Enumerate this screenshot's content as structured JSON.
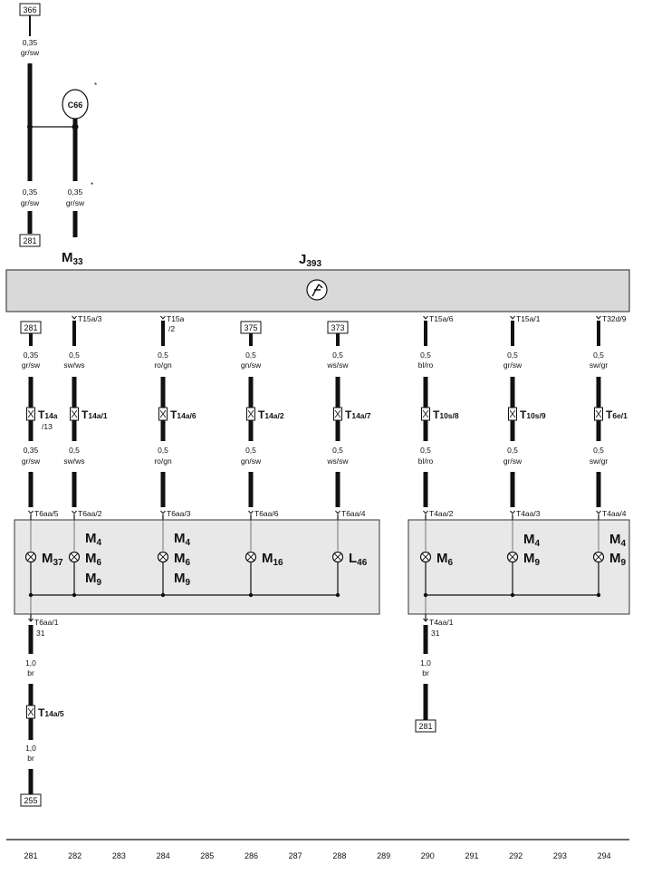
{
  "diagram": {
    "top_branch": {
      "ref_top": "366",
      "wire_top": {
        "size": "0,35",
        "color": "gr/sw"
      },
      "component": "C66",
      "wire_left": {
        "size": "0,35",
        "color": "gr/sw"
      },
      "wire_right": {
        "size": "0,35",
        "color": "gr/sw"
      },
      "ref_bottom": "281",
      "component_below": "M",
      "component_below_sub": "33"
    },
    "control_unit": {
      "label": "J",
      "sub": "393",
      "icon": "lock-symbol-icon"
    },
    "columns": [
      {
        "id": "c1",
        "top_ref": "281",
        "wire1": {
          "size": "0,35",
          "color": "gr/sw"
        },
        "connector": "T14a",
        "connector_sub": "/13",
        "wire2": {
          "size": "0,35",
          "color": "gr/sw"
        },
        "pin": "T6aa/5",
        "lamps": [
          {
            "name": "M",
            "sub": "37"
          }
        ]
      },
      {
        "id": "c2",
        "top_pin": "T15a/3",
        "wire1": {
          "size": "0,5",
          "color": "sw/ws"
        },
        "connector": "T14a/1",
        "wire2": {
          "size": "0,5",
          "color": "sw/ws"
        },
        "pin": "T6aa/2",
        "lamps": [
          {
            "name": "M",
            "sub": "4"
          },
          {
            "name": "M",
            "sub": "6"
          },
          {
            "name": "M",
            "sub": "9"
          }
        ]
      },
      {
        "id": "c3",
        "top_pin": "T15a",
        "top_pin_sub": "/2",
        "wire1": {
          "size": "0,5",
          "color": "ro/gn"
        },
        "connector": "T14a/6",
        "wire2": {
          "size": "0,5",
          "color": "ro/gn"
        },
        "pin": "T6aa/3",
        "lamps": [
          {
            "name": "M",
            "sub": "4"
          },
          {
            "name": "M",
            "sub": "6"
          },
          {
            "name": "M",
            "sub": "9"
          }
        ]
      },
      {
        "id": "c4",
        "top_ref": "375",
        "wire1": {
          "size": "0,5",
          "color": "gn/sw"
        },
        "connector": "T14a/2",
        "wire2": {
          "size": "0,5",
          "color": "gn/sw"
        },
        "pin": "T6aa/6",
        "lamps": [
          {
            "name": "M",
            "sub": "16"
          }
        ]
      },
      {
        "id": "c5",
        "top_ref": "373",
        "wire1": {
          "size": "0,5",
          "color": "ws/sw"
        },
        "connector": "T14a/7",
        "wire2": {
          "size": "0,5",
          "color": "ws/sw"
        },
        "pin": "T6aa/4",
        "lamps": [
          {
            "name": "L",
            "sub": "46"
          }
        ]
      },
      {
        "id": "c6",
        "top_pin": "T15a/6",
        "wire1": {
          "size": "0,5",
          "color": "bl/ro"
        },
        "connector": "T10s/8",
        "wire2": {
          "size": "0,5",
          "color": "bl/ro"
        },
        "pin": "T4aa/2",
        "lamps": [
          {
            "name": "M",
            "sub": "6"
          }
        ]
      },
      {
        "id": "c7",
        "top_pin": "T15a/1",
        "wire1": {
          "size": "0,5",
          "color": "gr/sw"
        },
        "connector": "T10s/9",
        "wire2": {
          "size": "0,5",
          "color": "gr/sw"
        },
        "pin": "T4aa/3",
        "lamps": [
          {
            "name": "M",
            "sub": "4"
          },
          {
            "name": "M",
            "sub": "9"
          }
        ]
      },
      {
        "id": "c8",
        "top_pin": "T32d/9",
        "wire1": {
          "size": "0,5",
          "color": "sw/gr"
        },
        "connector": "T6e/1",
        "wire2": {
          "size": "0,5",
          "color": "sw/gr"
        },
        "pin": "T4aa/4",
        "lamps": [
          {
            "name": "M",
            "sub": "4"
          },
          {
            "name": "M",
            "sub": "9"
          }
        ]
      }
    ],
    "ground_left": {
      "pin": "T6aa/1",
      "pin_sub": "31",
      "wire1": {
        "size": "1,0",
        "color": "br"
      },
      "connector": "T14a/5",
      "wire2": {
        "size": "1,0",
        "color": "br"
      },
      "ref": "255"
    },
    "ground_right": {
      "pin": "T4aa/1",
      "pin_sub": "31",
      "wire1": {
        "size": "1,0",
        "color": "br"
      },
      "ref": "281"
    },
    "grid_numbers": [
      "281",
      "282",
      "283",
      "284",
      "285",
      "286",
      "287",
      "288",
      "289",
      "290",
      "291",
      "292",
      "293",
      "294"
    ]
  }
}
